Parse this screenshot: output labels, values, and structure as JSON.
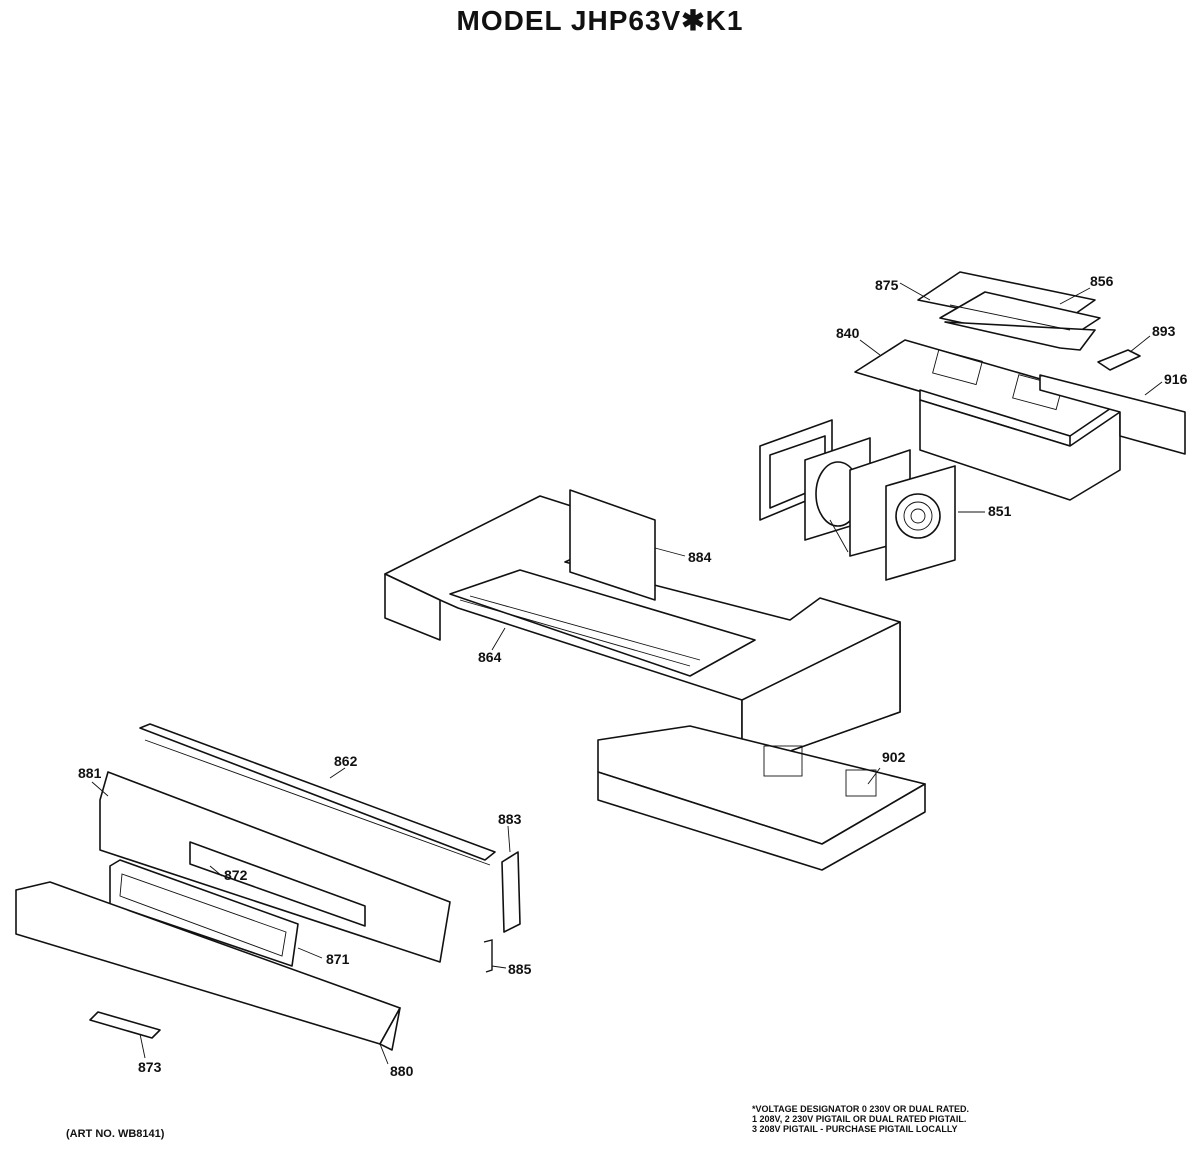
{
  "title": "MODEL JHP63V✱K1",
  "parts": {
    "p875": "875",
    "p856": "856",
    "p840": "840",
    "p893": "893",
    "p916": "916",
    "p851": "851",
    "p884": "884",
    "p864": "864",
    "p862": "862",
    "p881": "881",
    "p902": "902",
    "p883": "883",
    "p872": "872",
    "p871": "871",
    "p885": "885",
    "p873": "873",
    "p880": "880"
  },
  "footer": {
    "art_no": "(ART NO. WB8141)",
    "note_line1": "*VOLTAGE DESIGNATOR 0 230V OR DUAL RATED.",
    "note_line2": "1 208V, 2 230V  PIGTAIL OR DUAL RATED PIGTAIL.",
    "note_line3": "3 208V  PIGTAIL - PURCHASE PIGTAIL LOCALLY"
  }
}
